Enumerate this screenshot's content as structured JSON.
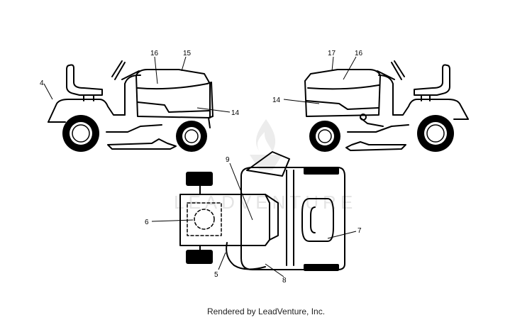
{
  "watermark": {
    "text": "LEADVENTURE"
  },
  "callouts": {
    "left_view": {
      "c4": "4",
      "c16": "16",
      "c15": "15",
      "c14": "14"
    },
    "right_view": {
      "c17": "17",
      "c16": "16",
      "c14": "14"
    },
    "top_view": {
      "c9": "9",
      "c6": "6",
      "c5": "5",
      "c8": "8",
      "c7": "7"
    }
  },
  "footer": {
    "text": "Rendered by LeadVenture, Inc."
  },
  "colors": {
    "line": "#000000",
    "watermark": "#e4e4e4",
    "tire": "#000000"
  }
}
